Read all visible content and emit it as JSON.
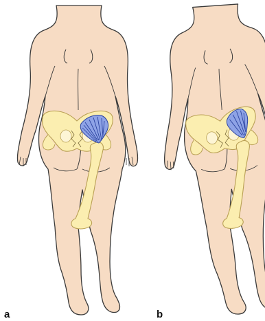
{
  "panels": [
    {
      "label": "a"
    },
    {
      "label": "b"
    }
  ],
  "colors": {
    "skin": "#f7dcc4",
    "skin_outline": "#3a3a3a",
    "bone": "#fbeeb0",
    "bone_outline": "#b9a055",
    "muscle": "#3f5fc7",
    "muscle_light": "#8ea3e6"
  },
  "icons": {
    "figure": "human-back-view",
    "pelvis": "pelvis-bone",
    "femur": "femur-bone",
    "muscle": "gluteus-medius-muscle"
  }
}
